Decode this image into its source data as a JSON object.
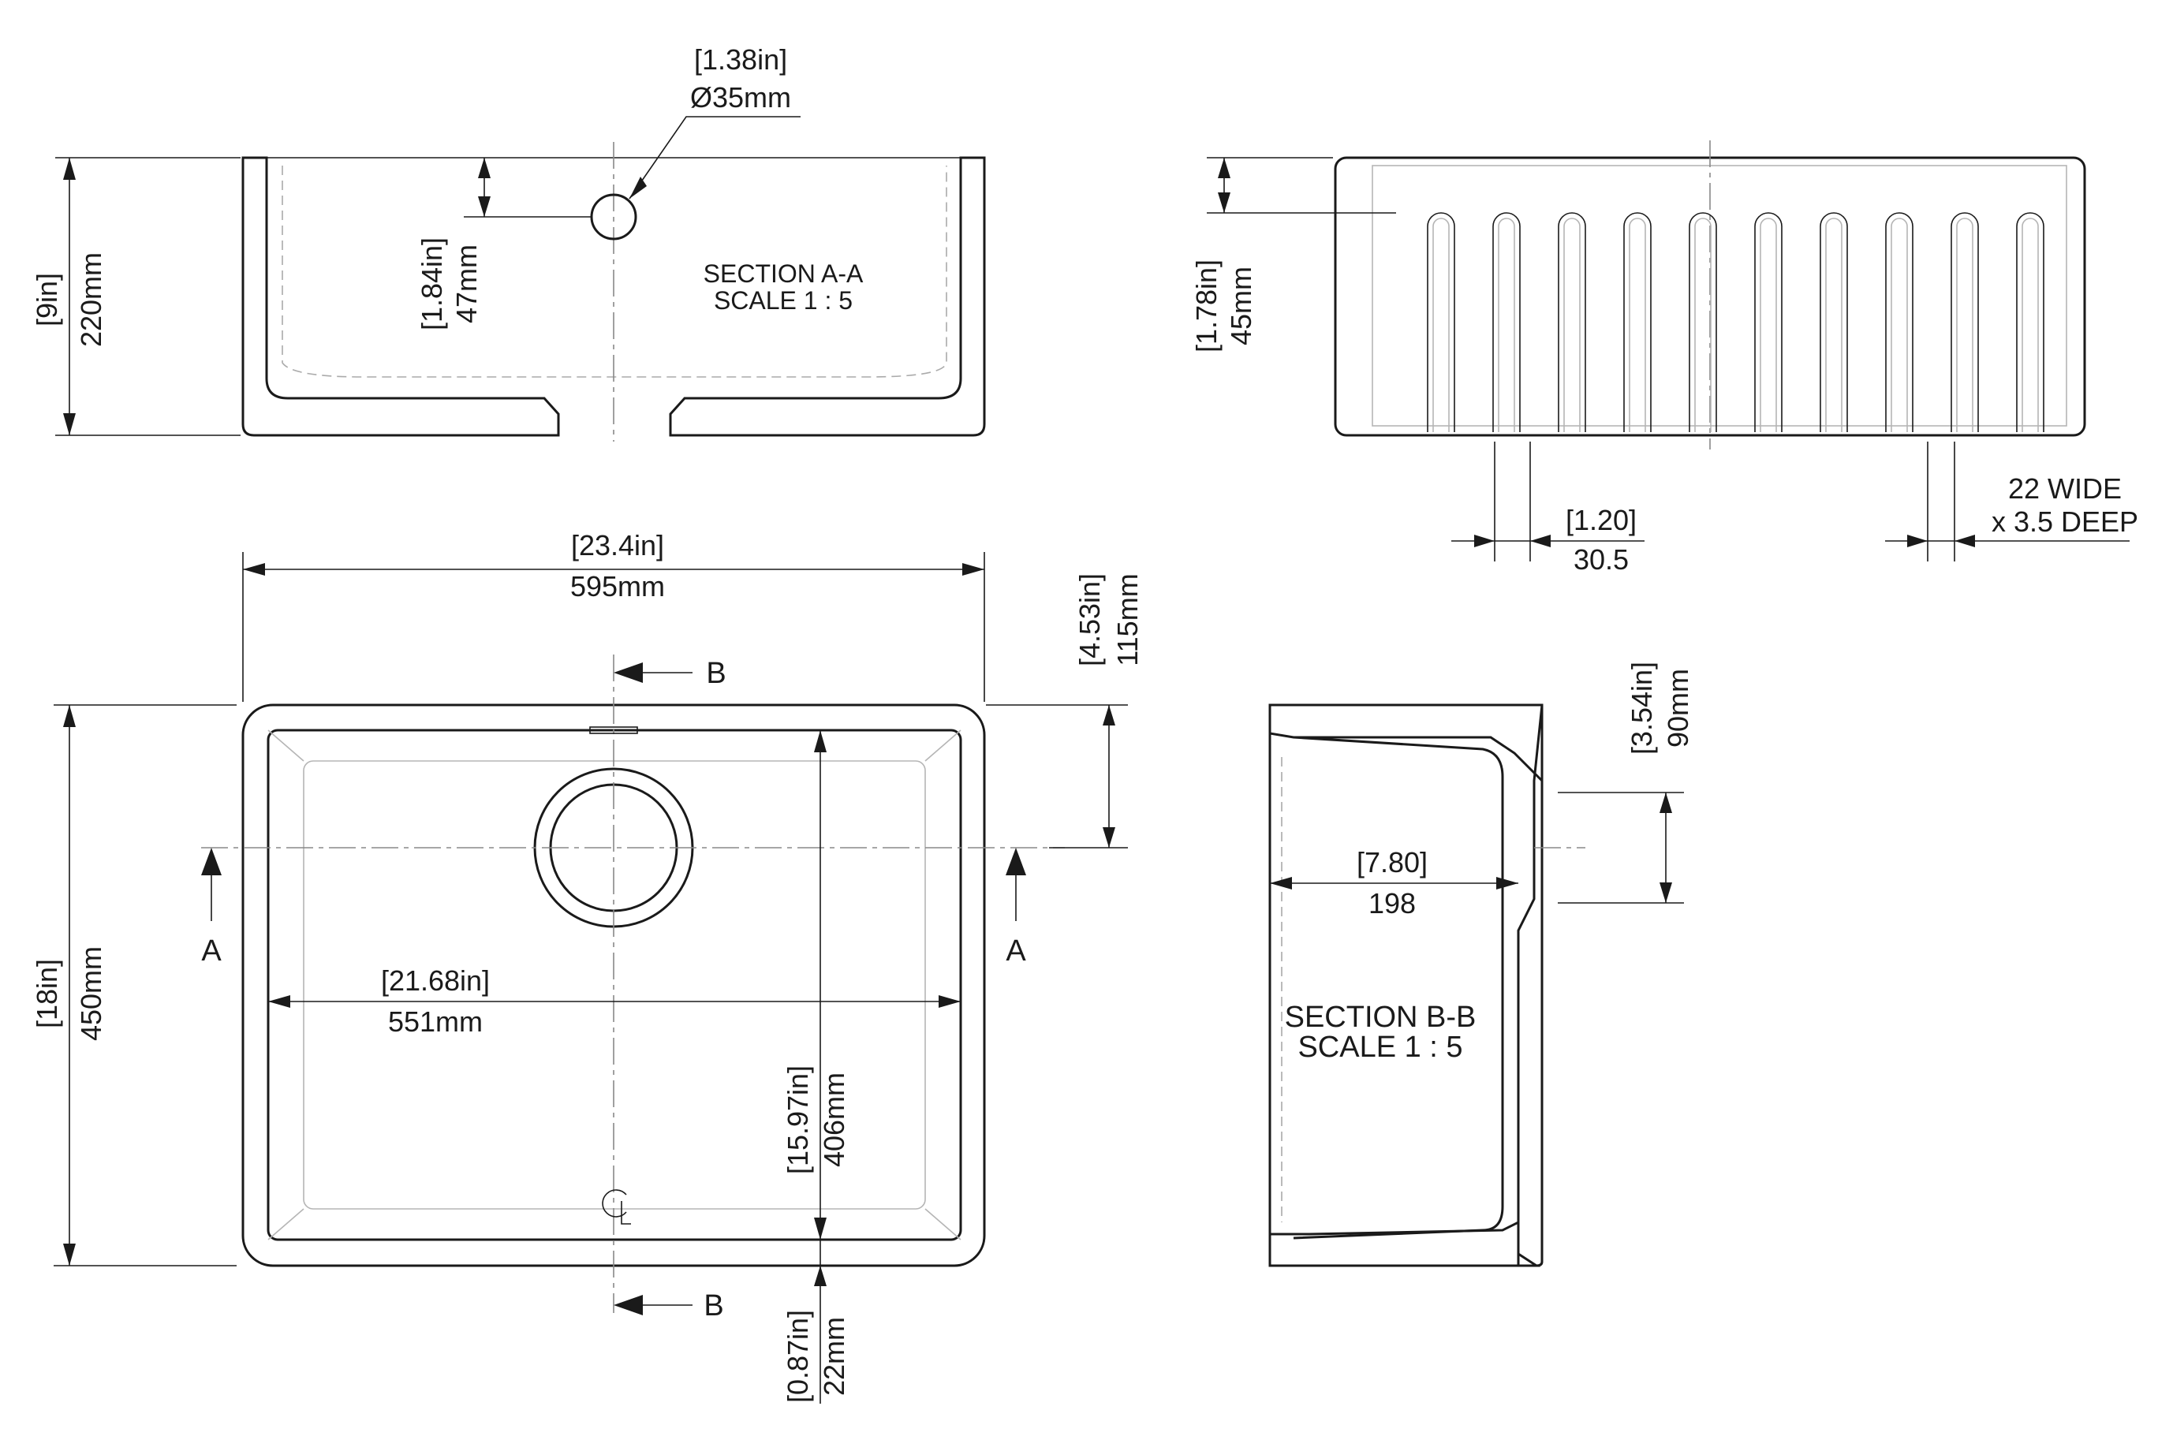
{
  "section_aa": {
    "title": "SECTION A-A",
    "scale": "SCALE 1 : 5",
    "hole_in": "[1.38in]",
    "hole_mm": "Ø35mm",
    "height_in": "[9in]",
    "height_mm": "220mm",
    "hole_depth_in": "[1.84in]",
    "hole_depth_mm": "47mm"
  },
  "front_view": {
    "flute_top_in": "[1.78in]",
    "flute_top_mm": "45mm",
    "pitch_in": "[1.20]",
    "pitch_mm": "30.5",
    "flute_size_line1": "22 WIDE",
    "flute_size_line2": "x 3.5 DEEP"
  },
  "plan_view": {
    "width_in": "[23.4in]",
    "width_mm": "595mm",
    "offset_in": "[4.53in]",
    "offset_mm": "115mm",
    "depth_in": "[18in]",
    "depth_mm": "450mm",
    "inner_width_in": "[21.68in]",
    "inner_width_mm": "551mm",
    "inner_depth_in": "[15.97in]",
    "inner_depth_mm": "406mm",
    "rim_in": "[0.87in]",
    "rim_mm": "22mm",
    "section_mark_a": "A",
    "section_mark_b": "B",
    "centerline": "CL"
  },
  "section_bb": {
    "title": "SECTION B-B",
    "scale": "SCALE 1 : 5",
    "inner_in": "[7.80]",
    "inner_mm": "198",
    "drop_in": "[3.54in]",
    "drop_mm": "90mm"
  }
}
